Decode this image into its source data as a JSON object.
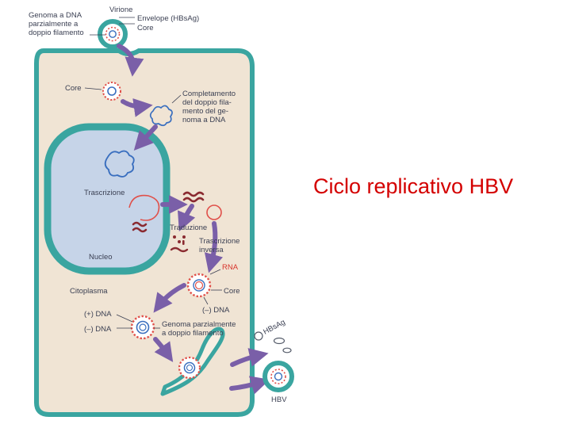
{
  "slide": {
    "title": "Ciclo replicativo HBV"
  },
  "labels": {
    "genome_l1": "Genoma a DNA",
    "genome_l2": "parzialmente a",
    "genome_l3": "doppio filamento",
    "virione": "Virione",
    "envelope": "Envelope (HBsAg)",
    "core_top": "Core",
    "core_mid": "Core",
    "completamento_l1": "Completamento",
    "completamento_l2": "del doppio fila-",
    "completamento_l3": "mento del ge-",
    "completamento_l4": "noma a DNA",
    "trascrizione": "Trascrizione",
    "traduzione": "Traduzione",
    "trasc_inversa_l1": "Trascrizione",
    "trasc_inversa_l2": "inversa",
    "nucleo": "Nucleo",
    "rna": "RNA",
    "core_right": "Core",
    "minus_dna_1": "(–) DNA",
    "citoplasma": "Citoplasma",
    "plus_dna": "(+) DNA",
    "minus_dna_2": "(–) DNA",
    "genoma_parz_l1": "Genoma parzialmente",
    "genoma_parz_l2": "a doppio filamento",
    "hbsag": "HBsAg",
    "hbv": "HBV"
  },
  "colors": {
    "cell_fill": "#f0e4d4",
    "cell_border": "#3aa5a0",
    "nucleus_fill": "#c6d4e8",
    "nucleus_border": "#3aa5a0",
    "arrow": "#7a5fa8",
    "rna": "#e0504a",
    "dark_rna": "#8a2a30",
    "dna": "#3a6fbf",
    "title": "#d40000"
  }
}
